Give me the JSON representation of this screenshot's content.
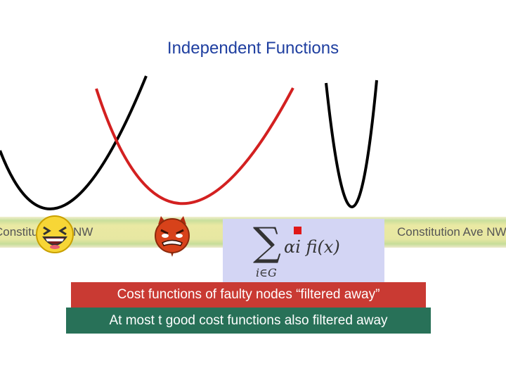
{
  "title": "Independent Functions",
  "road": {
    "left_label": "Constitution",
    "mid_label": "NW",
    "right_label": "Constitution Ave NW"
  },
  "formula": {
    "sigma": "∑",
    "subscript": "i∈G",
    "expression": "αi fi(x)"
  },
  "banners": {
    "faulty": "Cost functions of faulty nodes “filtered away”",
    "good": "At most t good cost functions also filtered away"
  },
  "colors": {
    "title": "#1f3fa0",
    "good_curve": "#000000",
    "faulty_curve": "#d32020",
    "banner_red": "#c93a33",
    "banner_green": "#287158",
    "formula_box": "#d3d5f4"
  },
  "icons": {
    "happy_node": "laughing-face-icon",
    "faulty_node": "devil-face-icon"
  }
}
